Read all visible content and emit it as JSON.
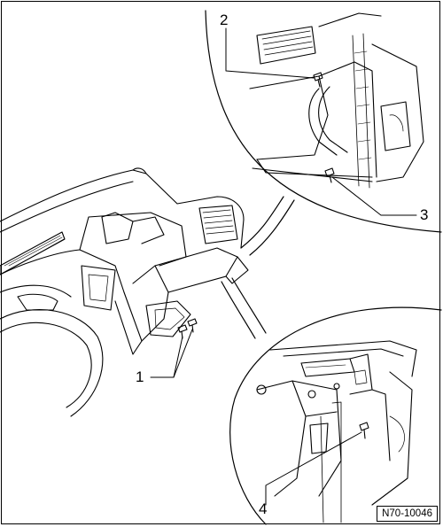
{
  "callouts": {
    "c1": "1",
    "c2": "2",
    "c3": "3",
    "c4": "4"
  },
  "figure_code": "N70-10046",
  "colors": {
    "line": "#000000",
    "background": "#ffffff"
  }
}
